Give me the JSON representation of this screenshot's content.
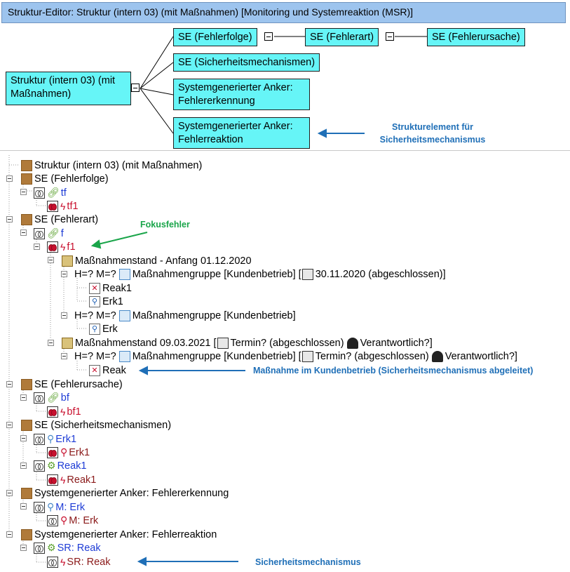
{
  "window": {
    "title": "Struktur-Editor: Struktur (intern 03) (mit Maßnahmen) [Monitoring und Systemreaktion (MSR)]"
  },
  "diagram": {
    "root": "Struktur (intern 03) (mit Maßnahmen)",
    "se_fehlerfolge": "SE (Fehlerfolge)",
    "se_fehlerart": "SE (Fehlerart)",
    "se_fehlerursache": "SE (Fehlerursache)",
    "se_sicherheit": "SE (Sicherheitsmechanismen)",
    "anker_erkennung": "Systemgenerierter Anker: Fehlererkennung",
    "anker_reaktion": "Systemgenerierter Anker: Fehlerreaktion",
    "annotation": "Strukturelement für Sicherheitsmechanismus"
  },
  "tree": {
    "r1": "Struktur (intern 03) (mit Maßnahmen)",
    "r2": "SE (Fehlerfolge)",
    "r3": "tf",
    "r4": "tf1",
    "r5": "SE (Fehlerart)",
    "r6": "f",
    "r7": "f1",
    "r8": "Maßnahmenstand - Anfang 01.12.2020",
    "r9a": "H=? M=?",
    "r9b": "Maßnahmengruppe [Kundenbetrieb] [",
    "r9c": "30.11.2020 (abgeschlossen)]",
    "r10": "Reak1",
    "r11": "Erk1",
    "r12a": "H=? M=?",
    "r12b": "Maßnahmengruppe [Kundenbetrieb]",
    "r13": "Erk",
    "r14a": "Maßnahmenstand 09.03.2021 [",
    "r14b": "Termin? (abgeschlossen)",
    "r14c": "Verantwortlich?]",
    "r15a": "H=? M=?",
    "r15b": "Maßnahmengruppe [Kundenbetrieb] [",
    "r15c": "Termin? (abgeschlossen)",
    "r15d": "Verantwortlich?]",
    "r16": "Reak",
    "r17": "SE (Fehlerursache)",
    "r18": "bf",
    "r19": "bf1",
    "r20": "SE (Sicherheitsmechanismen)",
    "r21": "Erk1",
    "r22": "Erk1",
    "r23": "Reak1",
    "r24": "Reak1",
    "r25": "Systemgenerierter Anker: Fehlererkennung",
    "r26": "M: Erk",
    "r27": "M: Erk",
    "r28": "Systemgenerierter Anker: Fehlerreaktion",
    "r29": "SR: Reak",
    "r30": "SR: Reak"
  },
  "annotations": {
    "fokus": "Fokusfehler",
    "massnahme": "Maßnahme im Kundenbetrieb (Sicherheitsmechanismus abgeleitet)",
    "sicherheit": "Sicherheitsmechanismus"
  },
  "colors": {
    "box": "#66f5f7",
    "titlebar": "#9dc4ee",
    "annotation_blue": "#1f6fb7",
    "annotation_green": "#1aa54a",
    "failure_red": "#c8102e"
  },
  "icons": [
    "module-icon",
    "function-link-icon",
    "failure-bolt-icon",
    "measure-state-icon",
    "measure-group-icon",
    "calendar-icon",
    "person-icon",
    "reaction-icon",
    "detection-icon"
  ]
}
